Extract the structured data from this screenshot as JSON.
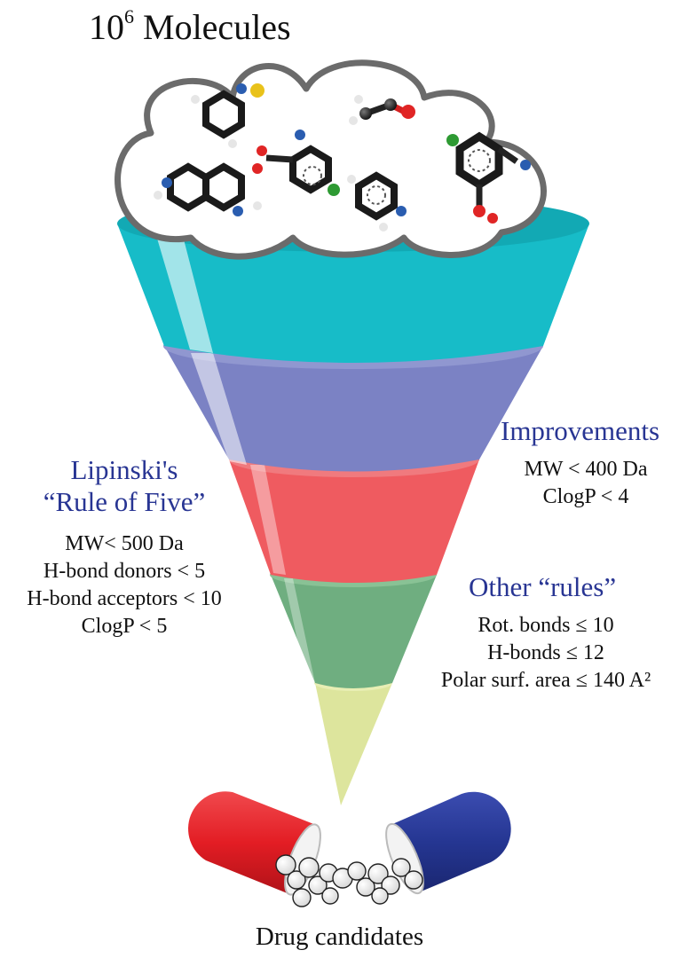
{
  "title": {
    "base": "10",
    "exponent": "6",
    "rest": "Molecules"
  },
  "lipinski": {
    "heading": [
      "Lipinski's",
      "“Rule of Five”"
    ],
    "rules": [
      "MW< 500 Da",
      "H-bond donors < 5",
      "H-bond acceptors < 10",
      "ClogP < 5"
    ]
  },
  "improvements": {
    "heading": "Improvements",
    "rules": [
      "MW < 400 Da",
      "ClogP < 4"
    ]
  },
  "other_rules": {
    "heading": "Other “rules”",
    "rules": [
      "Rot. bonds ≤ 10",
      "H-bonds ≤ 12",
      "Polar surf. area ≤ 140 A²"
    ]
  },
  "footer": "Drug candidates",
  "colors": {
    "cyan": "#17bcc8",
    "purple": "#7b82c4",
    "red": "#ef5b60",
    "green": "#6fae80",
    "yellow": "#dde59d",
    "heading_blue": "#283593",
    "capsule_red": "#e31d24",
    "capsule_blue": "#253692"
  }
}
